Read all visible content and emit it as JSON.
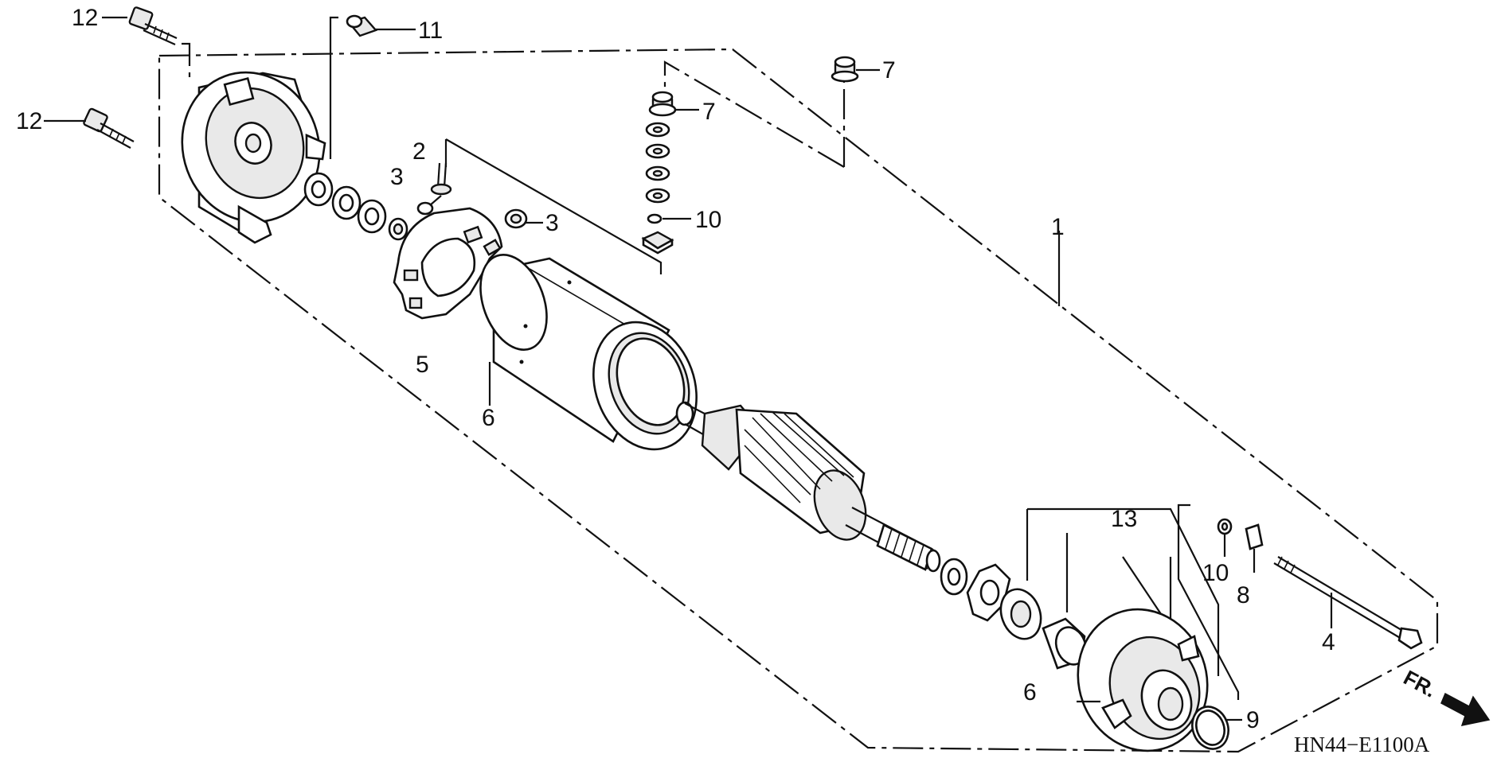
{
  "diagram": {
    "code": "HN44−E1100A",
    "front_label": "FR.",
    "icons": [
      "front-direction-arrow-icon"
    ],
    "callouts": {
      "c1": "1",
      "c2": "2",
      "c3a": "3",
      "c3b": "3",
      "c4": "4",
      "c5": "5",
      "c6a": "6",
      "c6b": "6",
      "c7a": "7",
      "c7b": "7",
      "c8": "8",
      "c9": "9",
      "c10a": "10",
      "c10b": "10",
      "c11": "11",
      "c12a": "12",
      "c12b": "12",
      "c13": "13"
    }
  }
}
